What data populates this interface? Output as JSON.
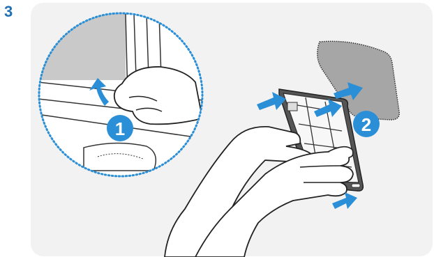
{
  "step": {
    "number": "3"
  },
  "callouts": [
    {
      "label": "1"
    },
    {
      "label": "2"
    }
  ],
  "colors": {
    "accent": "#2a8fd6",
    "badge": "#2a8fd6",
    "panel_bg": "#f2f2f2",
    "pad": "#a6a6a6",
    "outline": "#222222"
  },
  "icons": [
    "arrow-icon"
  ]
}
